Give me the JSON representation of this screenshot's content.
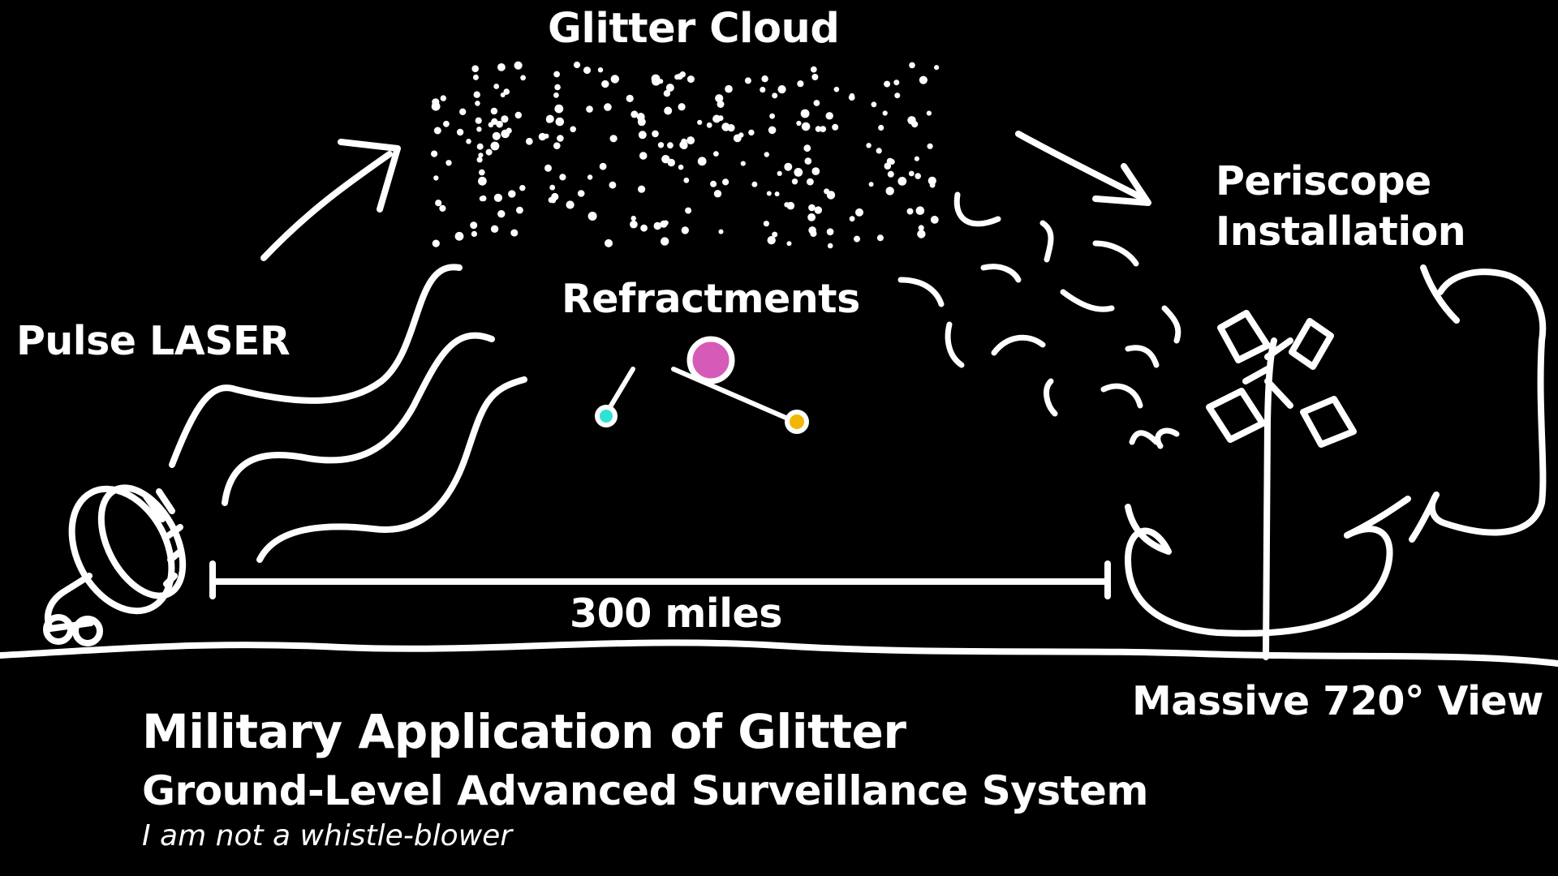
{
  "labels": {
    "glitter_cloud": "Glitter Cloud",
    "pulse_laser": "Pulse LASER",
    "refractments": "Refractments",
    "periscope_line1": "Periscope",
    "periscope_line2": "Installation",
    "distance": "300 miles",
    "view": "Massive 720° View"
  },
  "caption": {
    "title": "Military Application of Glitter",
    "subtitle": "Ground-Level Advanced Surveillance System",
    "note": "I am not a whistle-blower"
  },
  "colors": {
    "background": "#000000",
    "stroke": "#ffffff",
    "refractment_main": "#d65bb9",
    "refractment_left": "#2ee3d3",
    "refractment_right": "#f2b705"
  },
  "icons": [
    "laser-emitter-icon",
    "periscope-icon",
    "glitter-particle-icon",
    "refractment-molecule-icon"
  ]
}
